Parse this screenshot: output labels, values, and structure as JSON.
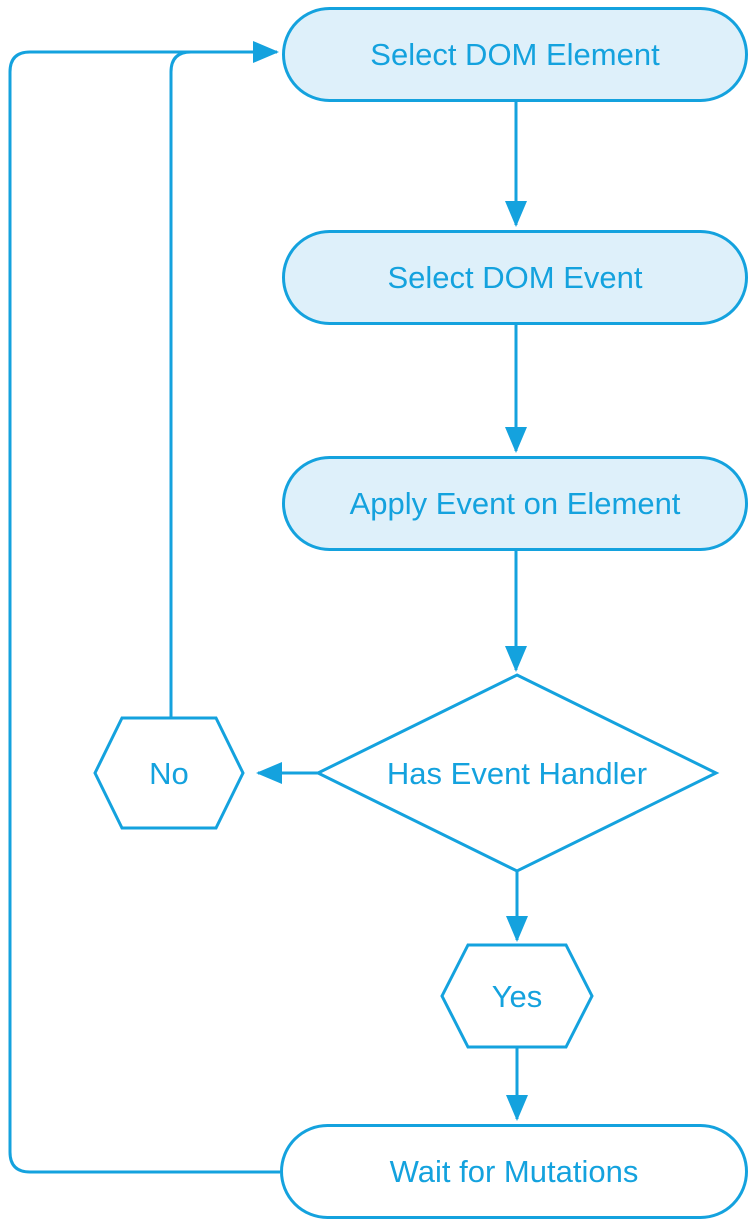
{
  "diagram": {
    "type": "flowchart",
    "colors": {
      "stroke": "#14A2DE",
      "text": "#14A2DE",
      "node_fill_light_blue": "#DEF0FA",
      "node_fill_white": "#FFFFFF",
      "background": "#FFFFFF"
    }
  },
  "nodes": {
    "select_dom_element": {
      "label": "Select DOM Element",
      "shape": "stadium",
      "fill": "light-blue"
    },
    "select_dom_event": {
      "label": "Select DOM Event",
      "shape": "stadium",
      "fill": "light-blue"
    },
    "apply_event_on_element": {
      "label": "Apply Event on Element",
      "shape": "stadium",
      "fill": "light-blue"
    },
    "has_event_handler": {
      "label": "Has Event Handler",
      "shape": "diamond",
      "fill": "white"
    },
    "no": {
      "label": "No",
      "shape": "hexagon",
      "fill": "white"
    },
    "yes": {
      "label": "Yes",
      "shape": "hexagon",
      "fill": "white"
    },
    "wait_for_mutations": {
      "label": "Wait for Mutations",
      "shape": "stadium",
      "fill": "white"
    }
  },
  "edges": [
    {
      "from": "select_dom_element",
      "to": "select_dom_event",
      "arrow": true
    },
    {
      "from": "select_dom_event",
      "to": "apply_event_on_element",
      "arrow": true
    },
    {
      "from": "apply_event_on_element",
      "to": "has_event_handler",
      "arrow": true
    },
    {
      "from": "has_event_handler",
      "to": "no",
      "arrow": true
    },
    {
      "from": "has_event_handler",
      "to": "yes",
      "arrow": true
    },
    {
      "from": "yes",
      "to": "wait_for_mutations",
      "arrow": true
    },
    {
      "from": "wait_for_mutations",
      "to": "select_dom_element",
      "arrow": true,
      "route": "left-loop"
    },
    {
      "from": "no",
      "to": "select_dom_element",
      "arrow": false,
      "route": "merges-into-left-loop"
    }
  ]
}
